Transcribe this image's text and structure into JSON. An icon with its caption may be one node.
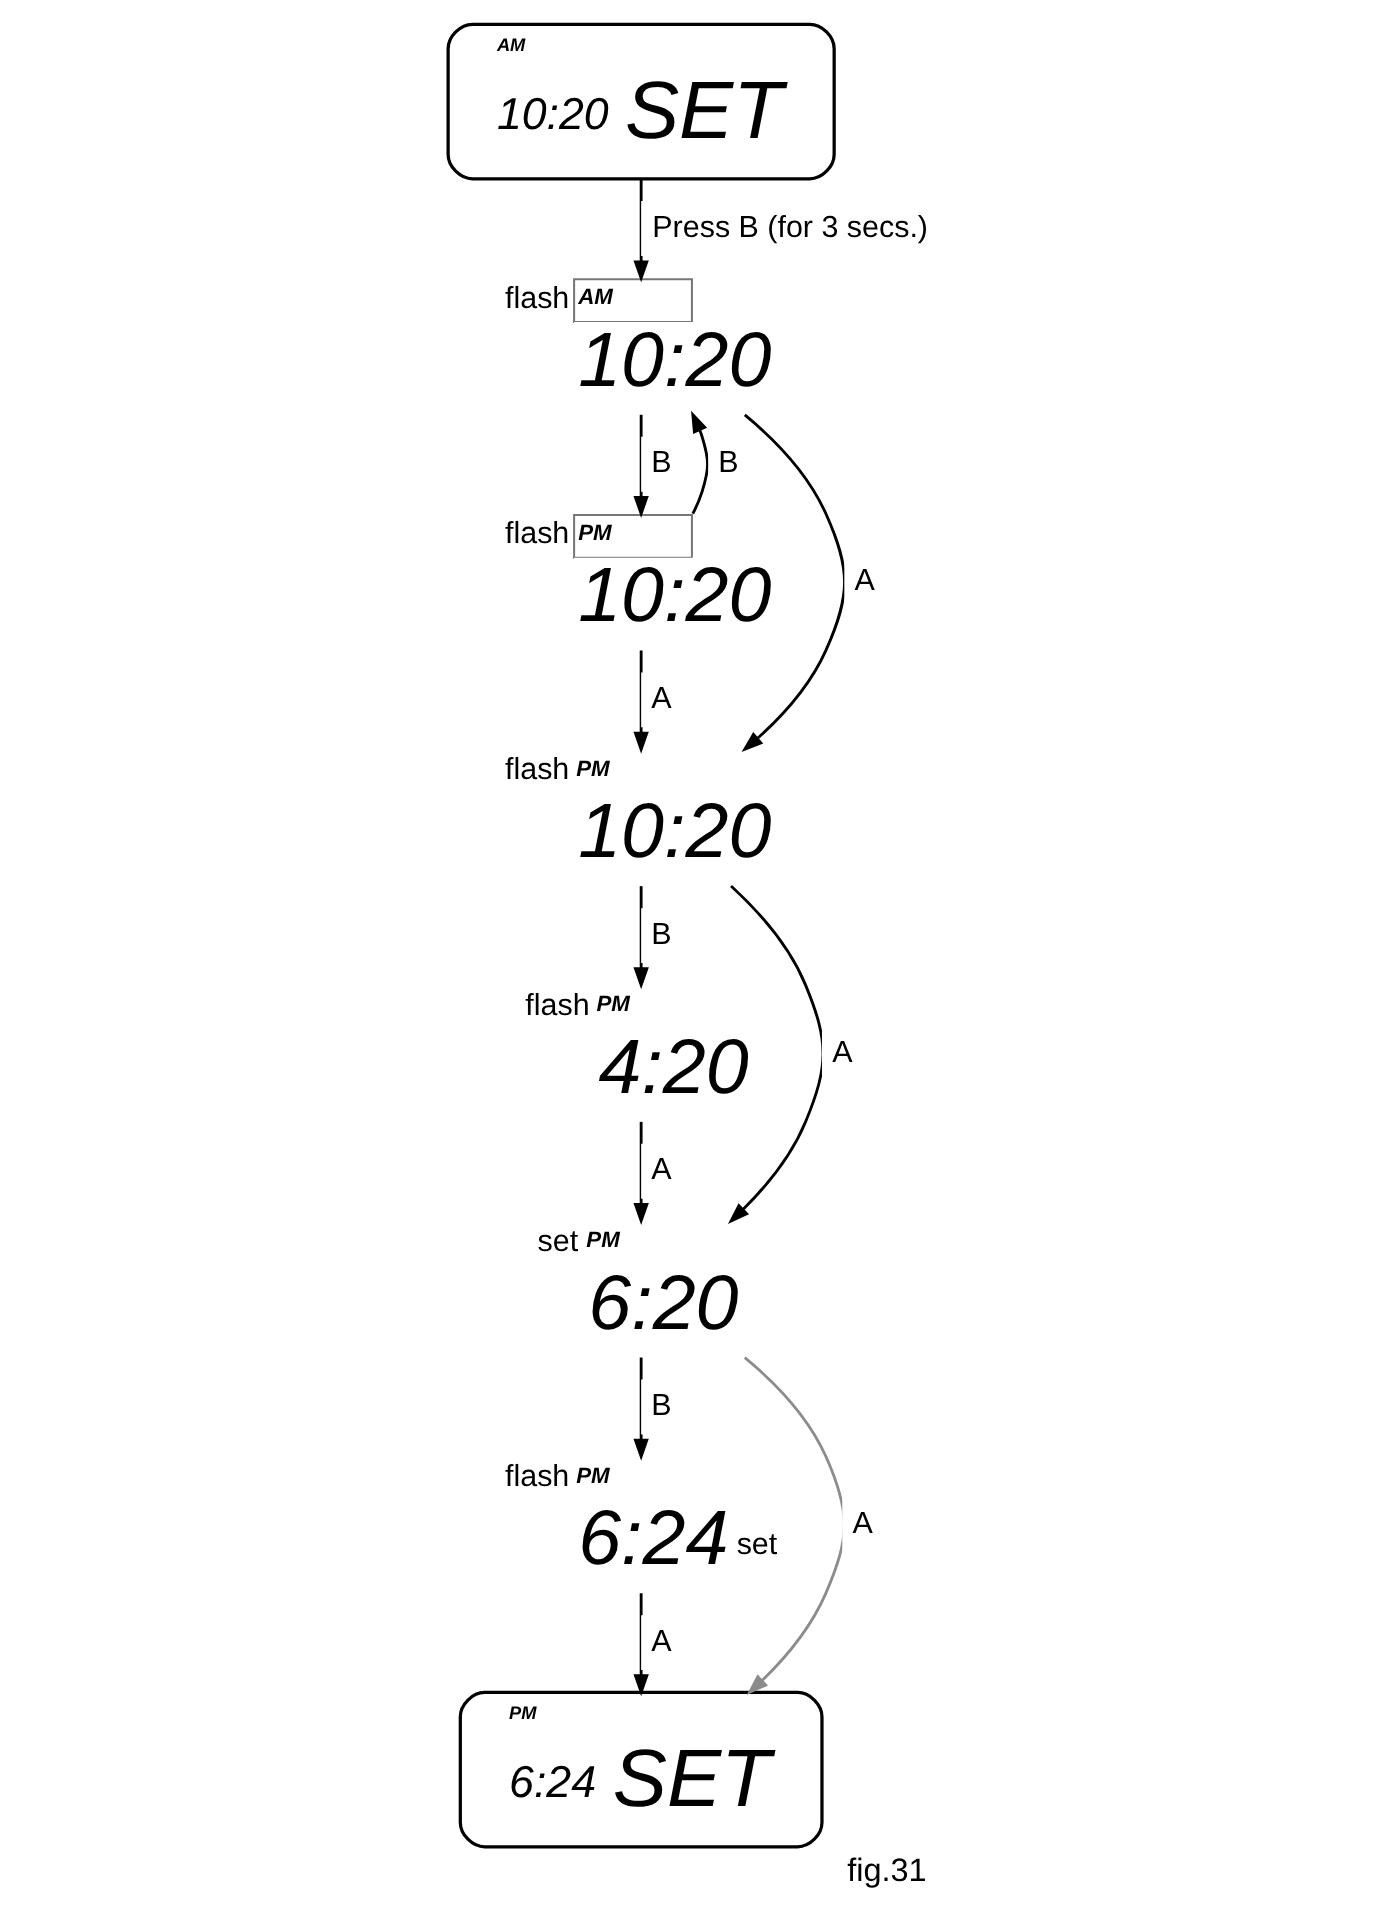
{
  "diagram": {
    "caption": "fig.31",
    "nodes": [
      {
        "text": [
          "AM",
          "10:20",
          "SET"
        ]
      },
      {
        "text": [
          "AM",
          "10:20"
        ],
        "beside": [
          "flash"
        ]
      },
      {
        "text": [
          "PM",
          "10:20"
        ],
        "beside": [
          "flash"
        ]
      },
      {
        "text": [
          "PM",
          "10:20"
        ],
        "beside": [
          "flash"
        ]
      },
      {
        "text": [
          "PM",
          "4:20"
        ],
        "beside": [
          "flash"
        ]
      },
      {
        "text": [
          "PM",
          "6:20"
        ],
        "beside": [
          "set"
        ]
      },
      {
        "text": [
          "PM",
          "6:24"
        ],
        "beside": [
          "flash",
          "set"
        ]
      },
      {
        "text": [
          "PM",
          "6:24",
          "SET"
        ]
      }
    ],
    "edges": [
      {
        "from": 0,
        "to": 1,
        "arrow": "to",
        "label": "Press B (for 3 secs.)"
      },
      {
        "from": 1,
        "to": 2,
        "arrow": "to",
        "label": "B"
      },
      {
        "from": 2,
        "to": 1,
        "arrow": "to",
        "label": "B"
      },
      {
        "from": 1,
        "to": 3,
        "arrow": "to",
        "label": "A"
      },
      {
        "from": 2,
        "to": 3,
        "arrow": "to",
        "label": "A"
      },
      {
        "from": 3,
        "to": 4,
        "arrow": "to",
        "label": "B"
      },
      {
        "from": 3,
        "to": 5,
        "arrow": "to",
        "label": "A"
      },
      {
        "from": 4,
        "to": 5,
        "arrow": "to",
        "label": "A"
      },
      {
        "from": 5,
        "to": 6,
        "arrow": "to",
        "label": "B"
      },
      {
        "from": 5,
        "to": 7,
        "arrow": "to",
        "label": "A",
        "color": "#8c8c8c"
      },
      {
        "from": 6,
        "to": 7,
        "arrow": "to",
        "label": "A"
      }
    ]
  }
}
